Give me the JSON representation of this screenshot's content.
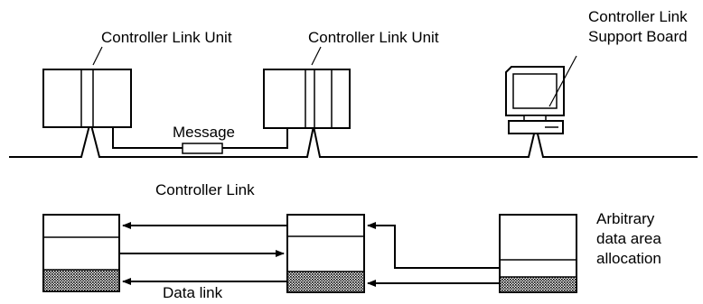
{
  "labels": {
    "unit_left": "Controller Link Unit",
    "unit_middle": "Controller Link Unit",
    "support_board_line1": "Controller Link",
    "support_board_line2": "Support Board",
    "message": "Message",
    "network": "Controller Link",
    "data_link": "Data link",
    "arbitrary_line1": "Arbitrary",
    "arbitrary_line2": "data area",
    "arbitrary_line3": "allocation"
  }
}
